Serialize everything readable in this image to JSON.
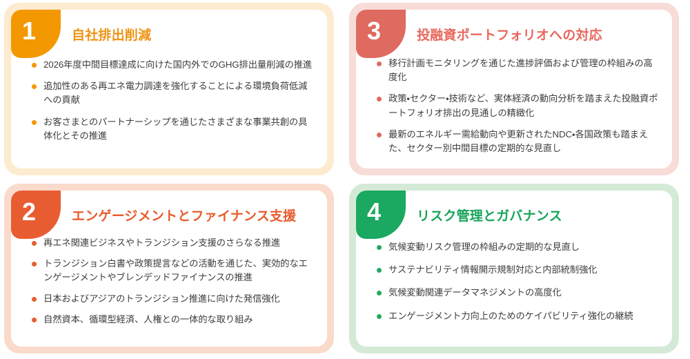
{
  "cards": [
    {
      "number": "1",
      "title": "自社排出削減",
      "accent": "#F39800",
      "tint": "#FCEBCF",
      "bullets": [
        "2026年度中間目標達成に向けた国内外でのGHG排出量削減の推進",
        "追加性のある再エネ電力調達を強化することによる環境負荷低減への貢献",
        "お客さまとのパートナーシップを通じたさまざまな事業共創の具体化とその推進"
      ]
    },
    {
      "number": "2",
      "title": "エンゲージメントとファイナンス支援",
      "accent": "#E85C32",
      "tint": "#FADACB",
      "bullets": [
        "再エネ関連ビジネスやトランジション支援のさらなる推進",
        "トランジション白書や政策提言などの活動を通じた、実効的なエンゲージメントやブレンデッドファイナンスの推進",
        "日本およびアジアのトランジション推進に向けた発信強化",
        "自然資本、循環型経済、人権との一体的な取り組み"
      ]
    },
    {
      "number": "3",
      "title": "投融資ポートフォリオへの対応",
      "accent": "#E0695F",
      "tint": "#F8DCD8",
      "bullets": [
        "移行計画モニタリングを通じた進捗評価および管理の枠組みの高度化",
        "政策・セクター・技術など、実体経済の動向分析を踏まえた投融資ポートフォリオ排出の見通しの精緻化",
        "最新のエネルギー需給動向や更新されたNDC・各国政策も踏まえた、セクター別中間目標の定期的な見直し"
      ]
    },
    {
      "number": "4",
      "title": "リスク管理とガバナンス",
      "accent": "#1BA860",
      "tint": "#D4EAD6",
      "bullets": [
        "気候変動リスク管理の枠組みの定期的な見直し",
        "サステナビリティ情報開示規制対応と内部統制強化",
        "気候変動関連データマネジメントの高度化",
        "エンゲージメント力向上のためのケイパビリティ強化の継続"
      ]
    }
  ]
}
